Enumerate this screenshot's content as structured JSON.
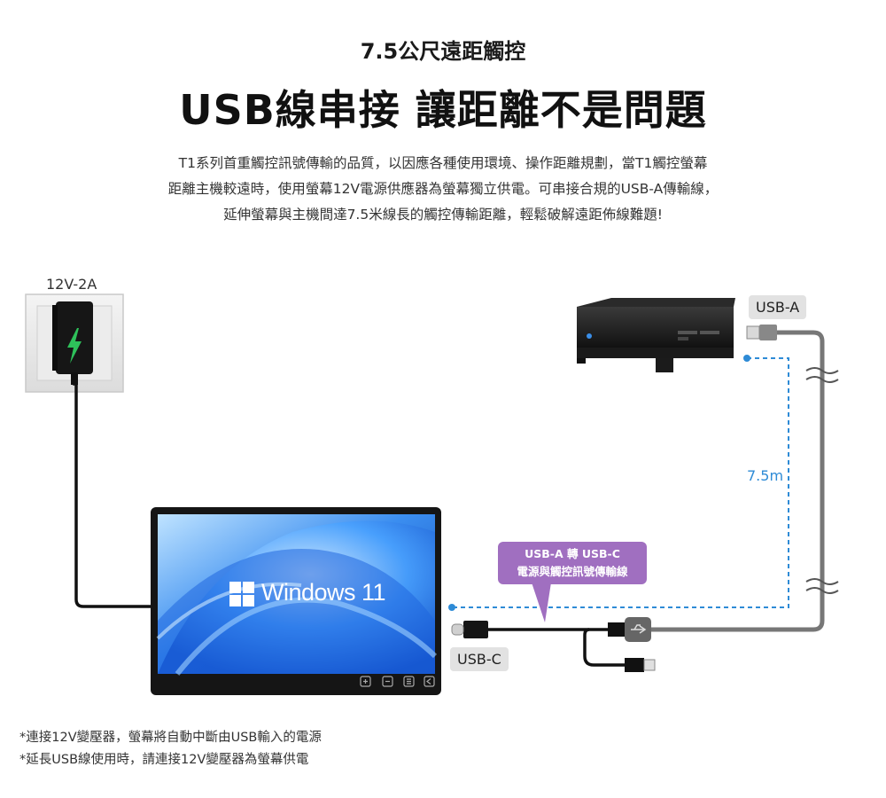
{
  "header": {
    "subtitle": "7.5公尺遠距觸控",
    "title": "USB線串接 讓距離不是問題"
  },
  "description": {
    "line1": "T1系列首重觸控訊號傳輸的品質，以因應各種使用環境、操作距離規劃，當T1觸控螢幕",
    "line2": "距離主機較遠時，使用螢幕12V電源供應器為螢幕獨立供電。可串接合規的USB-A傳輸線，",
    "line3": "延伸螢幕與主機間達7.5米線長的觸控傳輸距離，輕鬆破解遠距佈線難題!"
  },
  "diagram": {
    "power_label": "12V-2A",
    "usb_a_label": "USB-A",
    "usb_c_label": "USB-C",
    "distance_label": "7.5m",
    "callout_line1": "USB-A 轉 USB-C",
    "callout_line2": "電源與觸控訊號傳輸線",
    "screen_os_text": "Windows 11",
    "colors": {
      "dash": "#2e8bd6",
      "callout": "#a06fc0",
      "cable": "#777777",
      "bolt": "#2ec15a"
    }
  },
  "notes": {
    "note1": "*連接12V變壓器，螢幕將自動中斷由USB輸入的電源",
    "note2": "*延長USB線使用時，請連接12V變壓器為螢幕供電"
  }
}
